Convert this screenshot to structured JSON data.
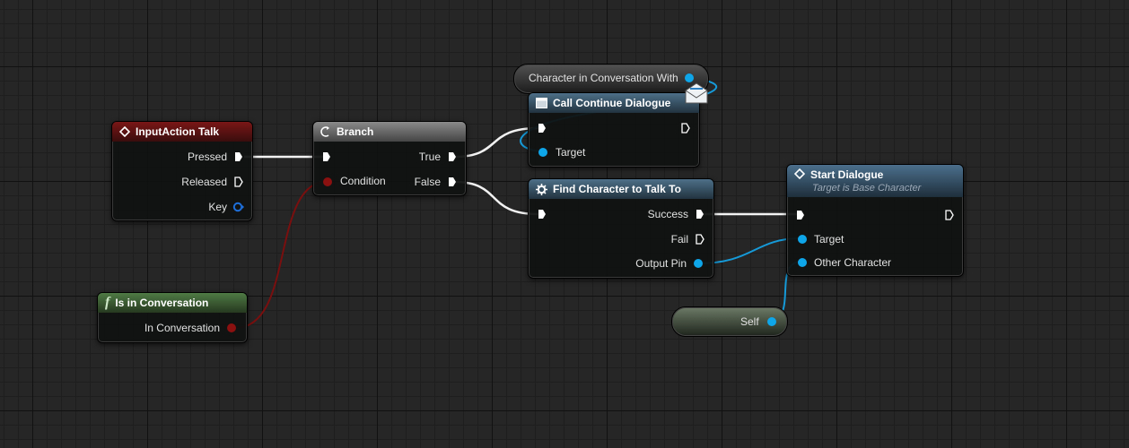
{
  "nodes": {
    "input_action": {
      "title": "InputAction Talk",
      "pins": [
        "Pressed",
        "Released",
        "Key"
      ]
    },
    "branch": {
      "title": "Branch",
      "input_pin": "Condition",
      "out_true": "True",
      "out_false": "False"
    },
    "is_in_conversation": {
      "title": "Is in Conversation",
      "pin": "In Conversation"
    },
    "char_in_conv": {
      "label": "Character in Conversation With"
    },
    "call_continue": {
      "title": "Call Continue Dialogue",
      "pin": "Target"
    },
    "find_character": {
      "title": "Find Character to Talk To",
      "pins": [
        "Success",
        "Fail",
        "Output Pin"
      ]
    },
    "start_dialogue": {
      "title": "Start Dialogue",
      "subtitle": "Target is Base Character",
      "pins": [
        "Target",
        "Other Character"
      ]
    },
    "self": {
      "label": "Self"
    }
  },
  "colors": {
    "exec": "#ffffff",
    "object_pin": "#0ea5e9",
    "bool_pin": "#8b1010",
    "struct_pin": "#1e6fd9"
  }
}
